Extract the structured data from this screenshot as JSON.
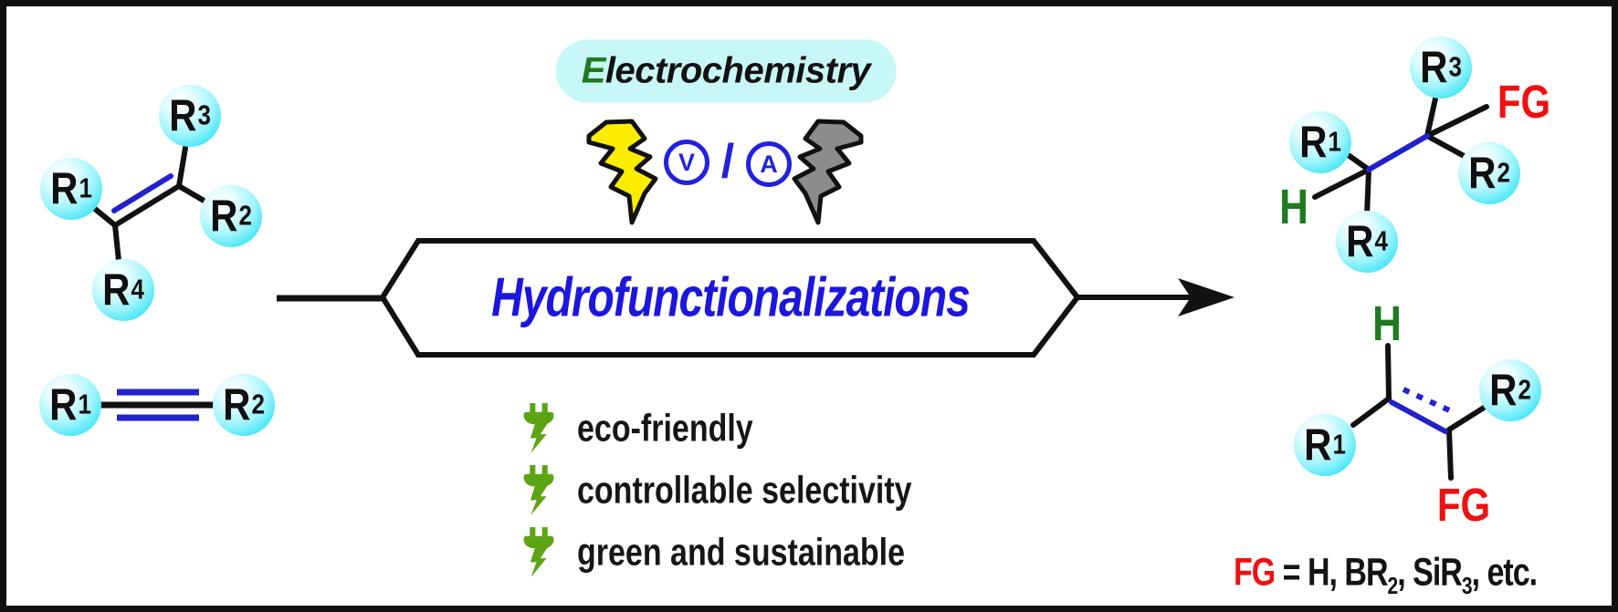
{
  "header": {
    "first_letter": "E",
    "rest": "lectrochemistry"
  },
  "power": {
    "volt": "V",
    "slash": "/",
    "amp": "A"
  },
  "process": {
    "label": "Hydrofunctionalizations"
  },
  "benefits": [
    {
      "label": "eco-friendly"
    },
    {
      "label": "controllable selectivity"
    },
    {
      "label": "green and sustainable"
    }
  ],
  "substrates": {
    "alkene": {
      "r1_base": "R",
      "r1_sup": "1",
      "r2_base": "R",
      "r2_sup": "2",
      "r3_base": "R",
      "r3_sup": "3",
      "r4_base": "R",
      "r4_sup": "4"
    },
    "alkyne": {
      "r1_base": "R",
      "r1_sup": "1",
      "r2_base": "R",
      "r2_sup": "2"
    }
  },
  "products": {
    "alkane": {
      "r1_base": "R",
      "r1_sup": "1",
      "r2_base": "R",
      "r2_sup": "2",
      "r3_base": "R",
      "r3_sup": "3",
      "r4_base": "R",
      "r4_sup": "4",
      "h": "H",
      "fg": "FG"
    },
    "alkene": {
      "r1_base": "R",
      "r1_sup": "1",
      "r2_base": "R",
      "r2_sup": "2",
      "h": "H",
      "fg": "FG"
    }
  },
  "footnote": {
    "fg": "FG",
    "eq": " = H, BR",
    "sub_b": "2",
    "mid": ", SiR",
    "sub_si": "3",
    "end": ", etc."
  },
  "colors": {
    "bond_blue": "#2222cc",
    "text_blue": "#1c16dd",
    "green": "#1f7a1f",
    "red": "#ee1111",
    "plug_green": "#5da414",
    "pill_cyan": "#c8f7f7",
    "bolt_yellow": "#fced00",
    "bolt_gray": "#8c8c8c"
  }
}
